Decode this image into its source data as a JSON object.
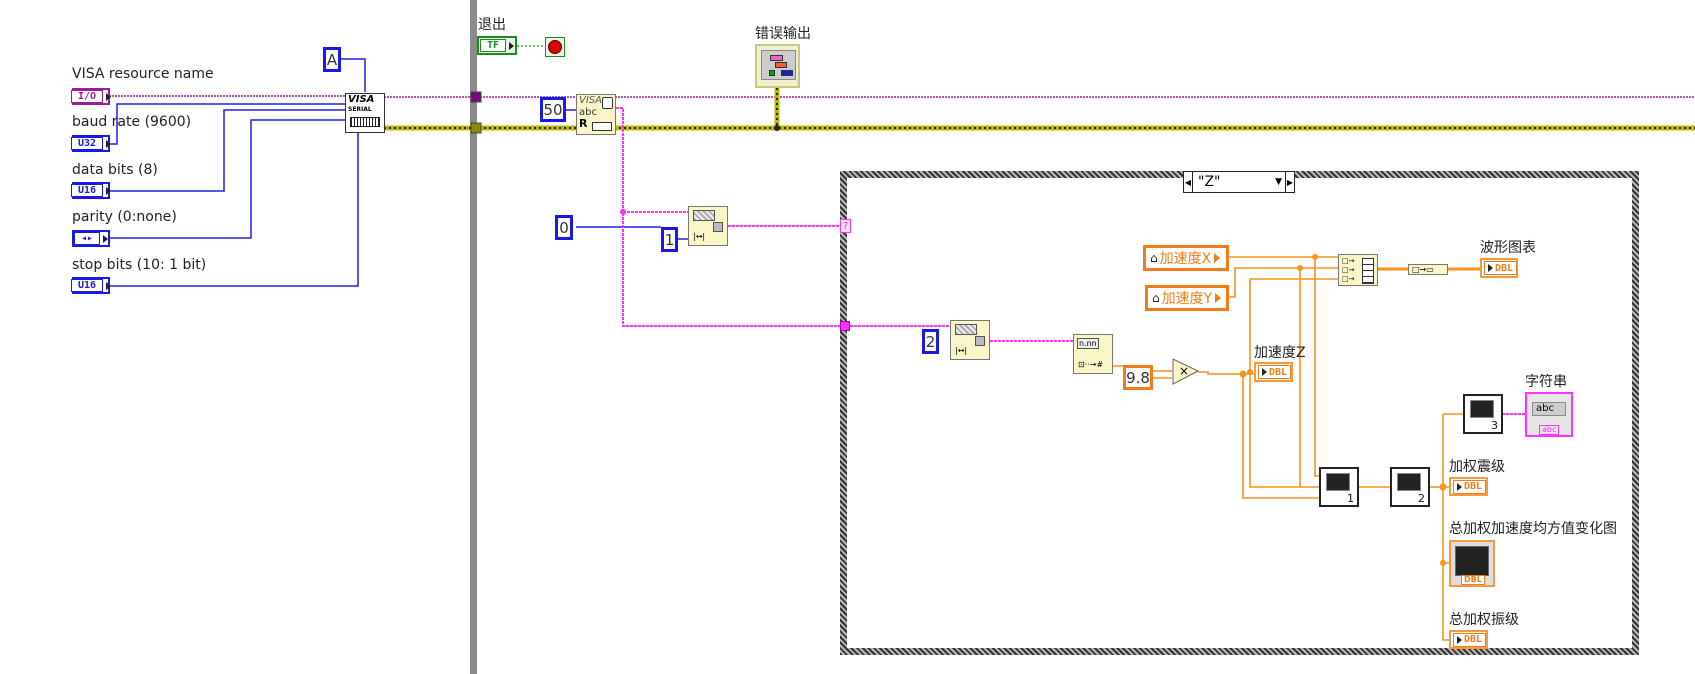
{
  "controls": {
    "visa_resource": {
      "label": "VISA resource name",
      "type": "I/O"
    },
    "baud_rate": {
      "label": "baud rate (9600)",
      "type": "U32"
    },
    "data_bits": {
      "label": "data bits (8)",
      "type": "U16"
    },
    "parity": {
      "label": "parity (0:none)",
      "type": "◂▸"
    },
    "stop_bits": {
      "label": "stop bits (10: 1 bit)",
      "type": "U16"
    }
  },
  "constants": {
    "termchar": "A",
    "read_count": "50",
    "offset_0": "0",
    "length_1": "1",
    "offset_2": "2",
    "gravity": "9.8"
  },
  "nodes": {
    "visa_config": {
      "line1": "VISA",
      "line2": "SERIAL"
    },
    "visa_read": {
      "line1": "VISA",
      "line2": "abc",
      "line3": "R"
    },
    "multiply": "×",
    "array_to_cluster": "□→▭"
  },
  "stop": {
    "label": "退出",
    "type": "TF"
  },
  "error_out": {
    "label": "错误输出"
  },
  "case_structure": {
    "selector_value": "\"Z\"",
    "selector_tunnel": "?"
  },
  "local_variables": [
    {
      "name": "加速度X"
    },
    {
      "name": "加速度Y"
    }
  ],
  "indicators": {
    "waveform_chart": {
      "label": "波形图表",
      "type": "DBL"
    },
    "accel_z": {
      "label": "加速度Z",
      "type": "DBL"
    },
    "string": {
      "label": "字符串",
      "value": "abc",
      "type": "abc"
    },
    "weighted_level": {
      "label": "加权震级",
      "type": "DBL"
    },
    "rms_graph": {
      "label": "总加权加速度均方值变化图",
      "type": "DBL"
    },
    "total_weighted_level": {
      "label": "总加权振级",
      "type": "DBL"
    }
  },
  "subvis": [
    {
      "number": "1"
    },
    {
      "number": "2"
    },
    {
      "number": "3"
    }
  ],
  "colors": {
    "visa_wire": "#9b1d9b",
    "error_wire": "#c8c800",
    "string_wire": "#ff33ff",
    "int_wire": "#2020e0",
    "dbl_wire": "#f7931e",
    "bool_wire": "#1a8c1a"
  }
}
